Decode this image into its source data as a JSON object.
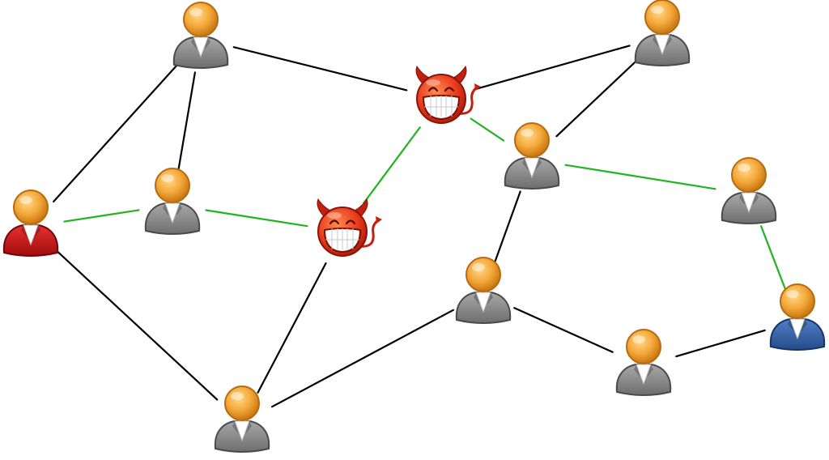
{
  "diagram": {
    "colors": {
      "background": "#ffffff",
      "normal_edge": "#000000",
      "compromised_edge": "#22b322",
      "user_gray_body": "#8a8a8a",
      "user_red_body": "#d01818",
      "user_blue_body": "#3462a8",
      "head_orange": "#f4a93a",
      "devil_red": "#e83a1c"
    },
    "node_icons": {
      "user-gray": "person-icon",
      "user-red": "person-icon",
      "user-blue": "person-icon",
      "devil": "devil-face-icon"
    },
    "nodes": [
      {
        "id": "u1",
        "kind": "user-gray"
      },
      {
        "id": "u2",
        "kind": "user-gray"
      },
      {
        "id": "u3",
        "kind": "user-gray"
      },
      {
        "id": "u4",
        "kind": "user-gray"
      },
      {
        "id": "u5",
        "kind": "user-gray"
      },
      {
        "id": "u6",
        "kind": "user-gray"
      },
      {
        "id": "u7",
        "kind": "user-gray"
      },
      {
        "id": "u8",
        "kind": "user-gray"
      },
      {
        "id": "red",
        "kind": "user-red"
      },
      {
        "id": "blue",
        "kind": "user-blue"
      },
      {
        "id": "d1",
        "kind": "devil"
      },
      {
        "id": "d2",
        "kind": "devil"
      }
    ],
    "edges": [
      {
        "from": "u1",
        "to": "red",
        "kind": "normal"
      },
      {
        "from": "u1",
        "to": "u2",
        "kind": "normal"
      },
      {
        "from": "u1",
        "to": "d1",
        "kind": "normal"
      },
      {
        "from": "red",
        "to": "u2",
        "kind": "compromised"
      },
      {
        "from": "red",
        "to": "u7",
        "kind": "normal"
      },
      {
        "from": "u2",
        "to": "d2",
        "kind": "compromised"
      },
      {
        "from": "d2",
        "to": "d1",
        "kind": "compromised"
      },
      {
        "from": "d2",
        "to": "u7",
        "kind": "normal"
      },
      {
        "from": "d1",
        "to": "u3",
        "kind": "normal"
      },
      {
        "from": "d1",
        "to": "u4",
        "kind": "compromised"
      },
      {
        "from": "u3",
        "to": "u4",
        "kind": "normal"
      },
      {
        "from": "u4",
        "to": "u5",
        "kind": "compromised"
      },
      {
        "from": "u4",
        "to": "u6",
        "kind": "normal"
      },
      {
        "from": "u5",
        "to": "blue",
        "kind": "compromised"
      },
      {
        "from": "u6",
        "to": "u7",
        "kind": "normal"
      },
      {
        "from": "u6",
        "to": "u8",
        "kind": "normal"
      },
      {
        "from": "u8",
        "to": "blue",
        "kind": "normal"
      }
    ]
  }
}
